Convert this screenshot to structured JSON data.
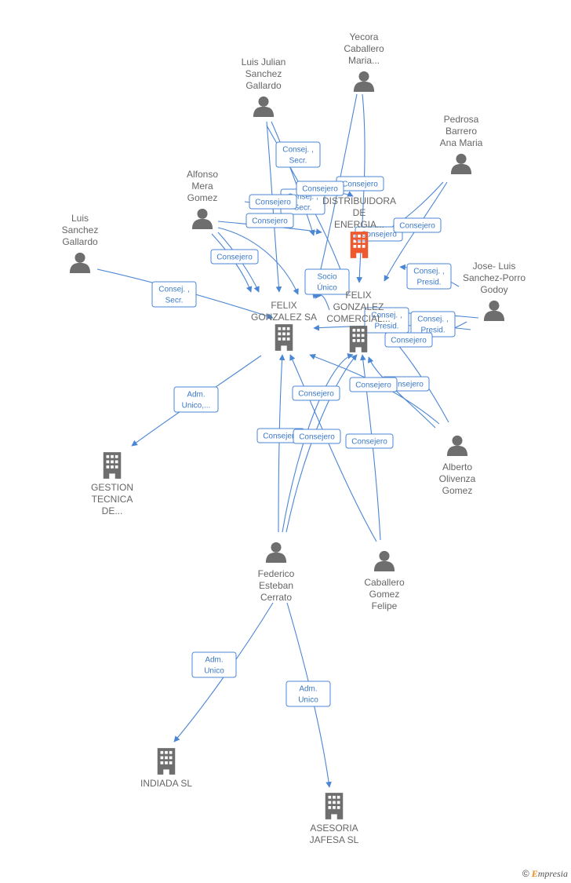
{
  "nodes": [
    {
      "id": "yecora",
      "type": "person",
      "label": [
        "Yecora",
        "Caballero",
        "Maria..."
      ]
    },
    {
      "id": "luisjulian",
      "type": "person",
      "label": [
        "Luis Julian",
        "Sanchez",
        "Gallardo"
      ]
    },
    {
      "id": "pedrosa",
      "type": "person",
      "label": [
        "Pedrosa",
        "Barrero",
        "Ana Maria"
      ]
    },
    {
      "id": "alfonso",
      "type": "person",
      "label": [
        "Alfonso",
        "Mera",
        "Gomez"
      ]
    },
    {
      "id": "luissanchez",
      "type": "person",
      "label": [
        "Luis",
        "Sanchez",
        "Gallardo"
      ]
    },
    {
      "id": "joseluis",
      "type": "person",
      "label": [
        "Jose- Luis",
        "Sanchez-Porro",
        "Godoy"
      ]
    },
    {
      "id": "alberto",
      "type": "person",
      "label": [
        "Alberto",
        "Olivenza",
        "Gomez"
      ]
    },
    {
      "id": "federico",
      "type": "person",
      "label": [
        "Federico",
        "Esteban",
        "Cerrato"
      ]
    },
    {
      "id": "caballero",
      "type": "person",
      "label": [
        "Caballero",
        "Gomez",
        "Felipe"
      ]
    },
    {
      "id": "distribuidora",
      "type": "company",
      "highlight": true,
      "label": [
        "DISTRIBUIDORA",
        "DE",
        "ENERGIA..."
      ]
    },
    {
      "id": "felixsa",
      "type": "company",
      "label": [
        "FELIX",
        "GONZALEZ SA"
      ]
    },
    {
      "id": "felixcom",
      "type": "company",
      "label": [
        "FELIX",
        "GONZALEZ",
        "COMERCIAL..."
      ]
    },
    {
      "id": "gestion",
      "type": "company",
      "label": [
        "GESTION",
        "TECNICA",
        "DE..."
      ]
    },
    {
      "id": "indiada",
      "type": "company",
      "label": [
        "INDIADA  SL"
      ]
    },
    {
      "id": "asesoria",
      "type": "company",
      "label": [
        "ASESORIA",
        "JAFESA  SL"
      ]
    }
  ],
  "edge_labels": [
    [
      "Consej. ,",
      "Secr."
    ],
    [
      "Consejero"
    ],
    [
      "Consej. ,",
      "Secr."
    ],
    [
      "Consejero"
    ],
    [
      "Consejero"
    ],
    [
      "Consejero"
    ],
    [
      "Consejero"
    ],
    [
      "Consejero"
    ],
    [
      "Consejero"
    ],
    [
      "Consej. ,",
      "Secr."
    ],
    [
      "Consej. ,",
      "Presid."
    ],
    [
      "Socio",
      "Único"
    ],
    [
      "Consej. ,",
      "Presid."
    ],
    [
      "Consej. ,",
      "Presid."
    ],
    [
      "Consejero"
    ],
    [
      "Adm.",
      "Unico,..."
    ],
    [
      "Consejero"
    ],
    [
      "Consejero"
    ],
    [
      "Consejero"
    ],
    [
      "Consejero"
    ],
    [
      "Consejero"
    ],
    [
      "Consejero"
    ],
    [
      "Adm.",
      "Unico"
    ],
    [
      "Adm.",
      "Unico"
    ]
  ],
  "colors": {
    "edge": "#4a86d4",
    "node": "#6e6e6e",
    "highlight": "#ee5a2f"
  },
  "footer": {
    "copyright": "©",
    "brand_initial": "E",
    "brand_rest": "mpresia"
  }
}
